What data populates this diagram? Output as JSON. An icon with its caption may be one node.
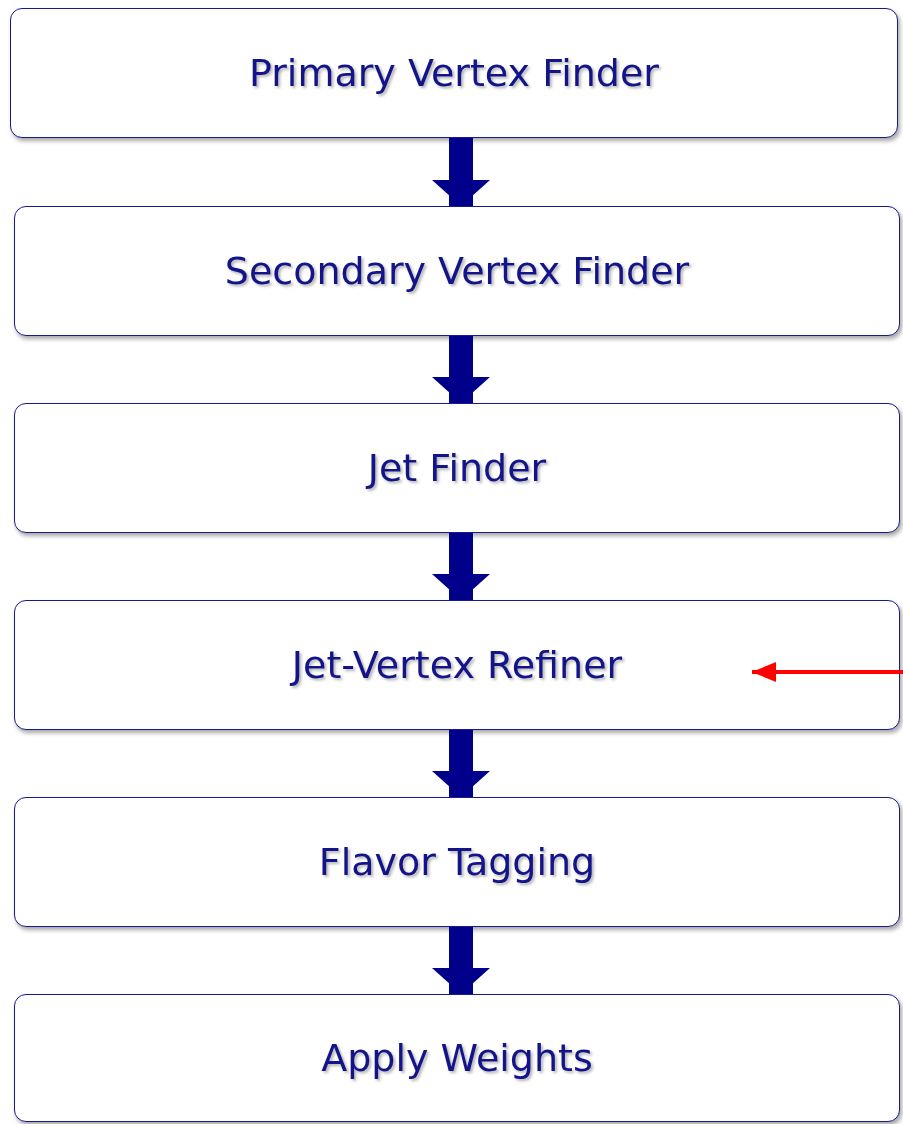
{
  "diagram": {
    "nodes": [
      {
        "text": [
          "Primary Vertex Finder"
        ]
      },
      {
        "text": [
          "Secondary Vertex Finder"
        ]
      },
      {
        "text": [
          "Jet Finder"
        ]
      },
      {
        "text": [
          "Jet-Vertex Refiner"
        ]
      },
      {
        "text": [
          "Flavor Tagging"
        ]
      },
      {
        "text": [
          "Apply Weights"
        ]
      }
    ],
    "edges": [
      {
        "from": 0,
        "to": 1,
        "arrow": "to"
      },
      {
        "from": 1,
        "to": 2,
        "arrow": "to"
      },
      {
        "from": 2,
        "to": 3,
        "arrow": "to"
      },
      {
        "from": 3,
        "to": 4,
        "arrow": "to"
      },
      {
        "from": 4,
        "to": 5,
        "arrow": "to"
      },
      {
        "from": null,
        "to": 3,
        "arrow": "to",
        "color": "#ff0000"
      }
    ]
  }
}
